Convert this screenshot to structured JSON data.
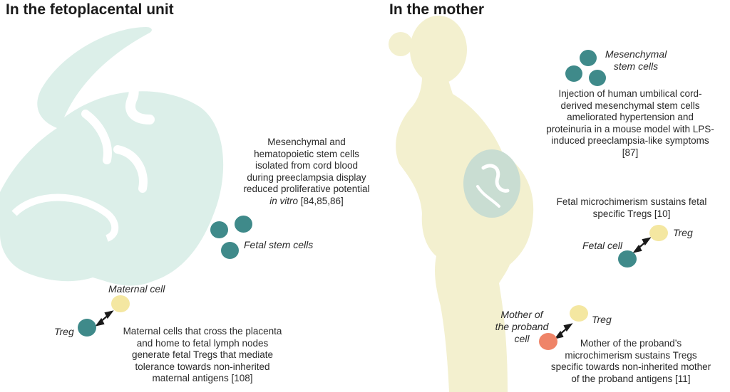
{
  "colors": {
    "teal_cell": "#3f8a8a",
    "yellow_cell": "#f4e7a1",
    "coral_cell": "#ef8468",
    "placenta": "#dcefe9",
    "mother_silhouette": "#f3f0cf"
  },
  "left_panel": {
    "heading": "In the fetoplacental unit",
    "stem_text": [
      "Mesenchymal and",
      "hematopoietic stem cells",
      "isolated from cord blood",
      "during preeclampsia display",
      "reduced proliferative potential"
    ],
    "stem_text_italic": "in vitro",
    "stem_text_refs": " [84,85,86]",
    "fetal_stem_label": "Fetal stem cells",
    "maternal_cell_label": "Maternal cell",
    "treg_label": "Treg",
    "maternal_text": [
      "Maternal cells that cross the placenta",
      "and home to fetal lymph nodes",
      "generate fetal Tregs that mediate",
      "tolerance towards non-inherited",
      "maternal antigens [108]"
    ]
  },
  "right_panel": {
    "heading": "In the mother",
    "msc_label": [
      "Mesenchymal",
      "stem cells"
    ],
    "msc_text": [
      "Injection of human umbilical cord-",
      "derived mesenchymal stem cells",
      "ameliorated hypertension and",
      "proteinuria in a mouse model with LPS-",
      "induced preeclampsia-like symptoms",
      "[87]"
    ],
    "fmc_text": [
      "Fetal microchimerism sustains fetal",
      "specific Tregs [10]"
    ],
    "treg_label_1": "Treg",
    "fetal_cell_label": "Fetal cell",
    "mother_proband_label": [
      "Mother of",
      "the proband",
      "cell"
    ],
    "treg_label_2": "Treg",
    "proband_text": [
      "Mother of the proband’s",
      "microchimerism sustains Tregs",
      "specific towards non-inherited mother",
      "of the proband antigens [11]"
    ]
  }
}
